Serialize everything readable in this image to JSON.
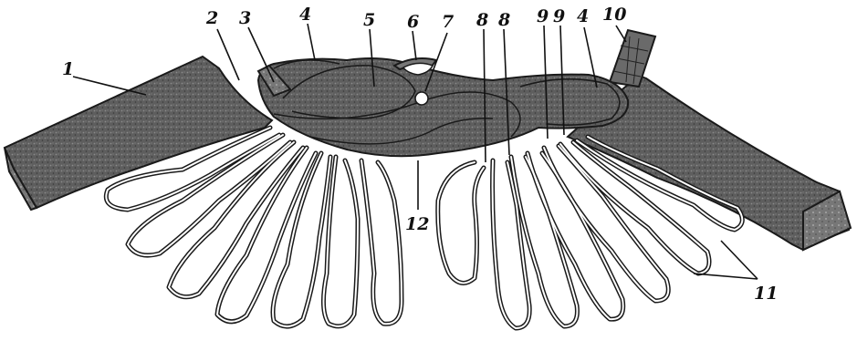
{
  "figure": {
    "labels": [
      "1",
      "2",
      "3",
      "4",
      "5",
      "6",
      "7",
      "8",
      "8",
      "9",
      "9",
      "4",
      "10",
      "11",
      "12"
    ]
  },
  "colors": {
    "tissue_fill": "#5b5b5b",
    "tissue_dark": "#3e3e3e",
    "paper": "#ffffff",
    "ink": "#1a1a1a"
  }
}
